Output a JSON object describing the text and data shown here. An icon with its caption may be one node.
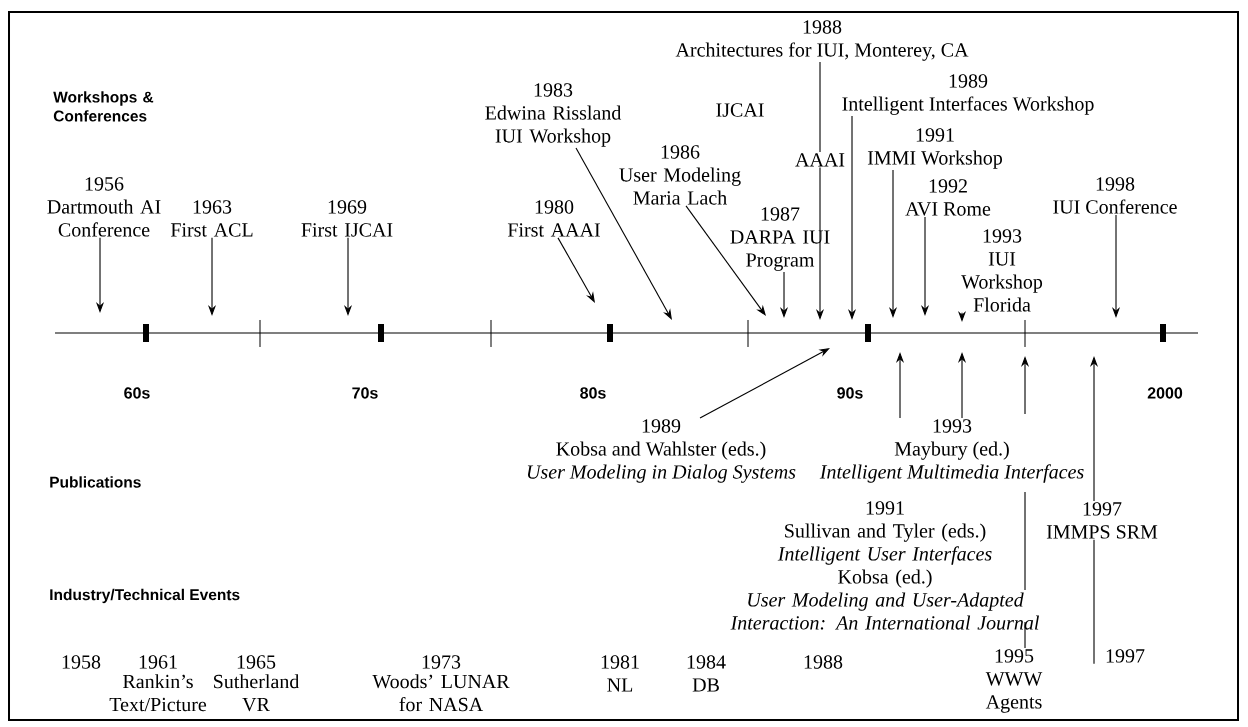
{
  "diagram": {
    "nodes": [
      {
        "text": [
          "1956",
          "Dartmouth AI Conference"
        ]
      },
      {
        "text": [
          "1963",
          "First ACL"
        ]
      },
      {
        "text": [
          "1969",
          "First IJCAI"
        ]
      },
      {
        "text": [
          "1980",
          "First AAAI"
        ]
      },
      {
        "text": [
          "1983",
          "Edwina Rissland IUI Workshop"
        ]
      },
      {
        "text": [
          "1986",
          "User Modeling Maria Lach"
        ]
      },
      {
        "text": [
          "1987",
          "DARPA IUI Program"
        ]
      },
      {
        "text": [
          "1988",
          "Architectures for IUI, Monterey, CA"
        ]
      },
      {
        "text": [
          "1989",
          "Intelligent Interfaces Workshop"
        ]
      },
      {
        "text": [
          "AAAI"
        ]
      },
      {
        "text": [
          "1991",
          "IMMI Workshop"
        ]
      },
      {
        "text": [
          "1992",
          "AVI Rome"
        ]
      },
      {
        "text": [
          "1993",
          "IUI Workshop Florida"
        ]
      },
      {
        "text": [
          "1998",
          "IUI Conference"
        ]
      },
      {
        "text": [
          "1989",
          "Kobsa and Wahlster (eds.)",
          "User Modeling in Dialog Systems"
        ]
      },
      {
        "text": [
          "1993",
          "Maybury (ed.)",
          "Intelligent Multimedia Interfaces"
        ]
      },
      {
        "text": [
          "1991",
          "Sullivan and Tyler (eds.)",
          "Intelligent User Interfaces",
          "Kobsa (ed.)",
          "User Modeling and User-Adapted Interaction: An International Journal"
        ]
      },
      {
        "text": [
          "1997",
          "IMMPS SRM"
        ]
      },
      {
        "text": [
          "1995",
          "WWW Agents"
        ]
      },
      {
        "text": [
          "1997"
        ]
      }
    ],
    "edges": [
      {
        "from": 0,
        "to": null,
        "arrow": "to"
      },
      {
        "from": 1,
        "to": null,
        "arrow": "to"
      },
      {
        "from": 2,
        "to": null,
        "arrow": "to"
      },
      {
        "from": 3,
        "to": null,
        "arrow": "to"
      },
      {
        "from": 4,
        "to": null,
        "arrow": "to"
      },
      {
        "from": 5,
        "to": null,
        "arrow": "to"
      },
      {
        "from": 6,
        "to": null,
        "arrow": "to"
      },
      {
        "from": 7,
        "to": 9,
        "arrow": "none"
      },
      {
        "from": 8,
        "to": null,
        "arrow": "to"
      },
      {
        "from": 9,
        "to": null,
        "arrow": "to"
      },
      {
        "from": 10,
        "to": null,
        "arrow": "to"
      },
      {
        "from": 11,
        "to": null,
        "arrow": "to"
      },
      {
        "from": 12,
        "to": null,
        "arrow": "to"
      },
      {
        "from": 13,
        "to": null,
        "arrow": "to"
      },
      {
        "from": 14,
        "to": null,
        "arrow": "to"
      },
      {
        "from": 15,
        "to": null,
        "arrow": "to"
      },
      {
        "from": 15,
        "to": null,
        "arrow": "to"
      },
      {
        "from": 19,
        "to": 17,
        "arrow": "none"
      },
      {
        "from": 17,
        "to": null,
        "arrow": "to"
      },
      {
        "from": 18,
        "to": null,
        "arrow": "to"
      }
    ],
    "labels": [
      "Workshops & Conferences",
      "IJCAI",
      "60s",
      "70s",
      "80s",
      "90s",
      "2000",
      "Publications",
      "Industry/Technical Events",
      "1958",
      "1961",
      "Rankin’s Text/Picture",
      "1965",
      "Sutherland VR",
      "1973",
      "Woods’ LUNAR for NASA",
      "1981",
      "NL",
      "1984",
      "DB",
      "1988"
    ]
  }
}
